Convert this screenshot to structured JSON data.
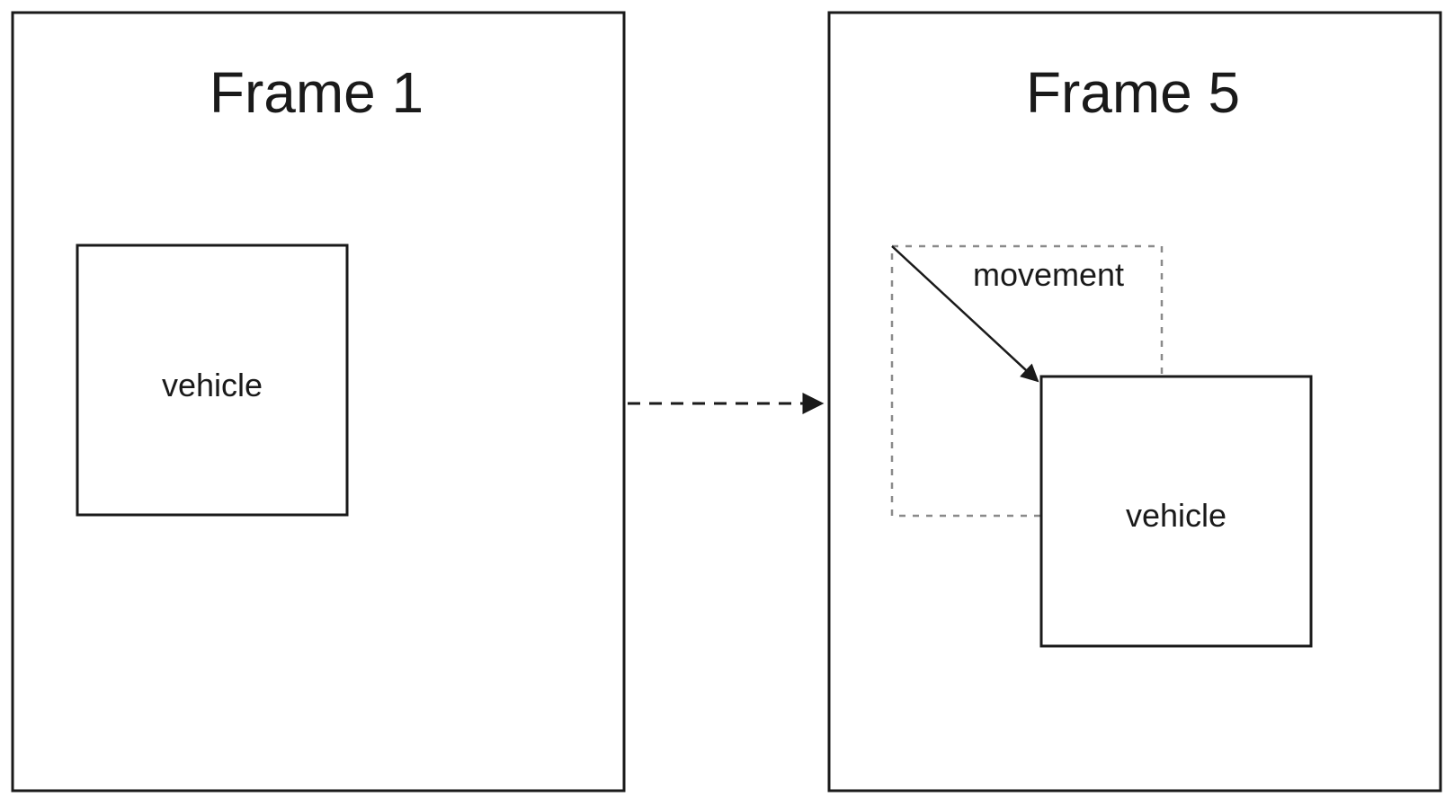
{
  "frames": [
    {
      "title": "Frame 1",
      "vehicle_label": "vehicle"
    },
    {
      "title": "Frame 5",
      "vehicle_label": "vehicle",
      "ghost_label": "movement"
    }
  ],
  "colors": {
    "stroke": "#1a1a1a",
    "ghost_stroke": "#8a8a8a",
    "background": "#ffffff"
  }
}
